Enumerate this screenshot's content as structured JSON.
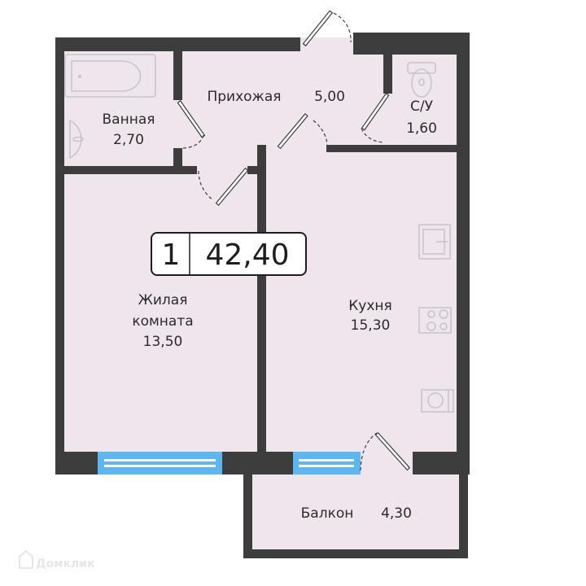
{
  "colors": {
    "floor": "#efe6ed",
    "wall": "#3d3d3d",
    "window": "#5cb6f2"
  },
  "plan": {
    "rooms_count": "1",
    "total_area": "42,40",
    "rooms": {
      "bath": {
        "name": "Ванная",
        "area": "2,70"
      },
      "hall": {
        "name": "Прихожая",
        "area": "5,00"
      },
      "wc": {
        "name": "С/У",
        "area": "1,60"
      },
      "living": {
        "name_line1": "Жилая",
        "name_line2": "комната",
        "area": "13,50"
      },
      "kitchen": {
        "name": "Кухня",
        "area": "15,30"
      },
      "balcony": {
        "name": "Балкон",
        "area": "4,30"
      }
    },
    "fixtures": [
      "bathtub-icon",
      "washbasin-icon",
      "toilet-icon",
      "sink-icon",
      "stove-icon",
      "washing-machine-icon"
    ]
  },
  "watermark": "Домклик"
}
